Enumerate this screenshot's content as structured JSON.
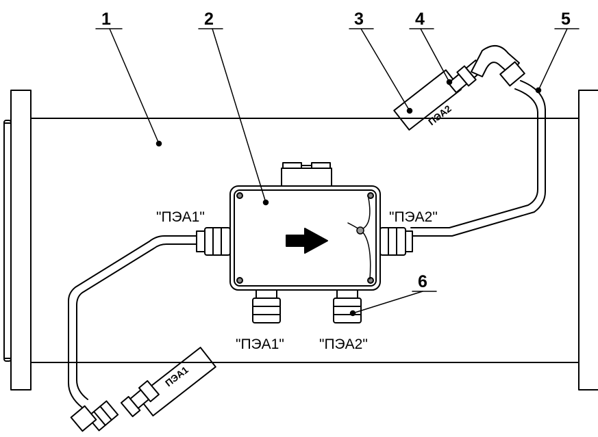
{
  "callouts": [
    "1",
    "2",
    "3",
    "4",
    "5",
    "6"
  ],
  "labels": {
    "left_port": "\"ПЭА1\"",
    "right_port": "\"ПЭА2\"",
    "bottom_port_1": "\"ПЭА1\"",
    "bottom_port_2": "\"ПЭА2\""
  },
  "sensor_tags": {
    "upper": "ПЭА2",
    "lower": "ПЭА1"
  },
  "colors": {
    "line": "#000000",
    "background": "#ffffff",
    "dot": "#999999"
  }
}
